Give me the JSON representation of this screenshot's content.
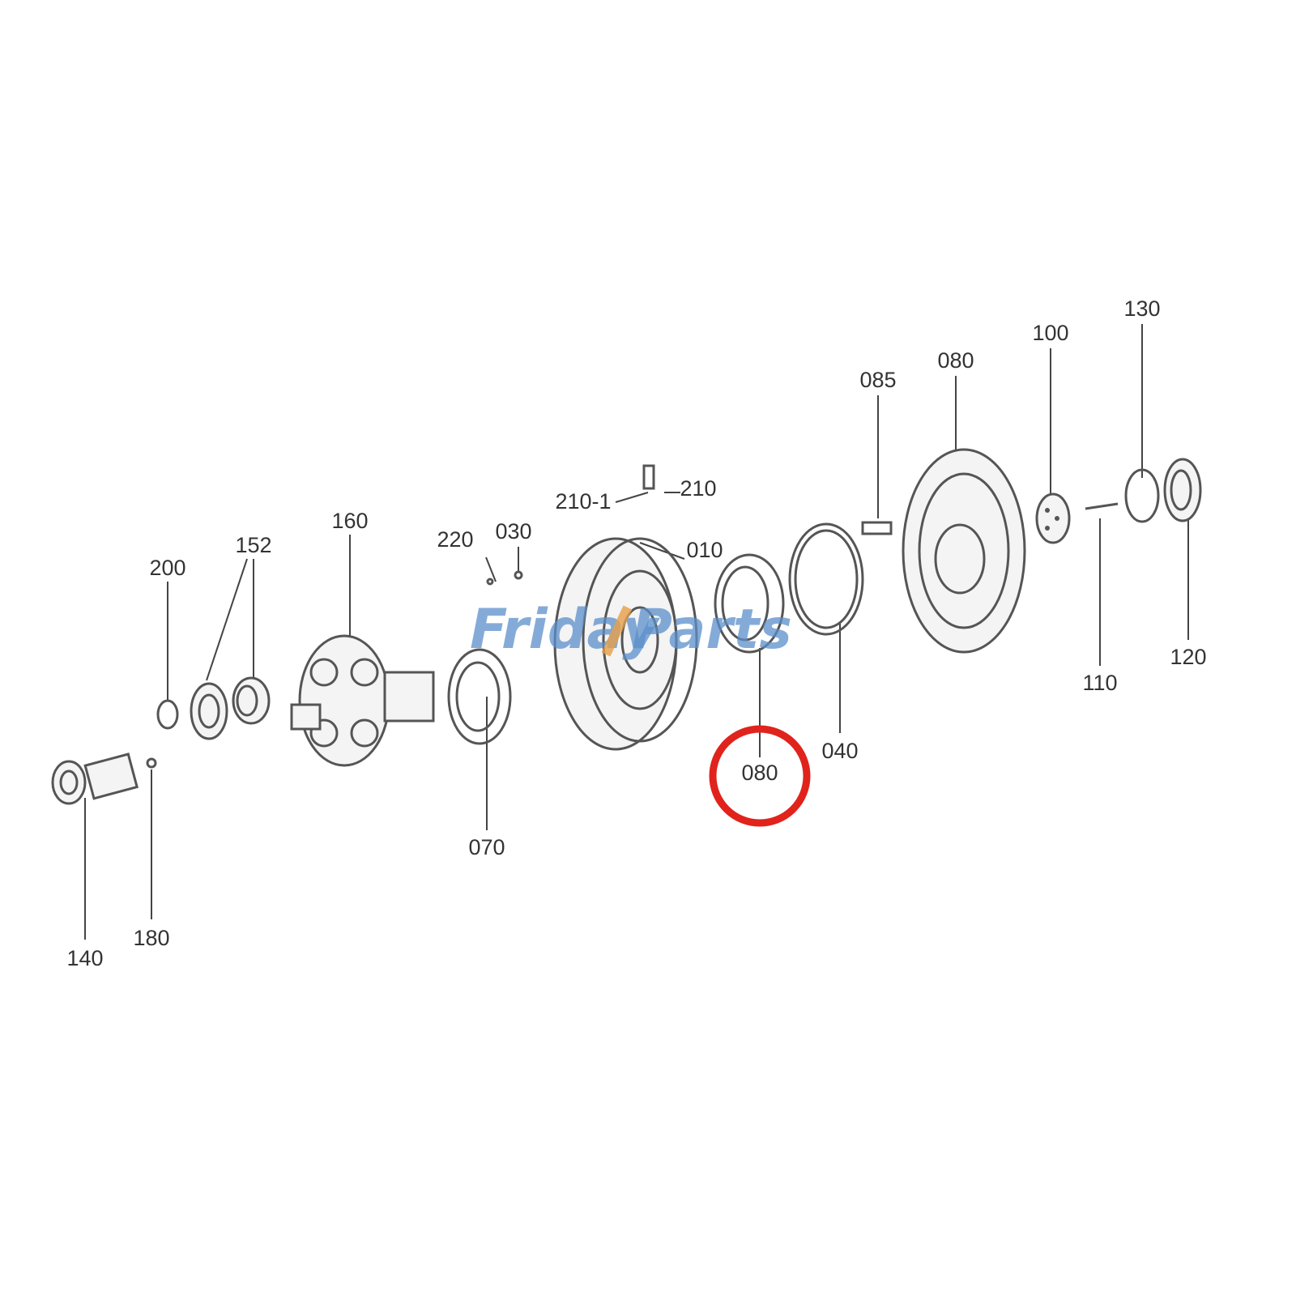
{
  "diagram": {
    "labels": {
      "p200": "200",
      "p152": "152",
      "p160": "160",
      "p220": "220",
      "p030": "030",
      "p210_1": "210-1",
      "p210": "210",
      "p010": "010",
      "p085": "085",
      "p080_top": "080",
      "p100": "100",
      "p130": "130",
      "p120": "120",
      "p110": "110",
      "p040": "040",
      "p080_circled": "080",
      "p070": "070",
      "p140": "140",
      "p180": "180"
    },
    "highlighted_part": "080",
    "highlight_color": "#e0231c",
    "watermark": {
      "text_a": "Friday",
      "text_b": "Parts",
      "color": "#5b8fcb",
      "accent": "#e6a04a"
    }
  }
}
